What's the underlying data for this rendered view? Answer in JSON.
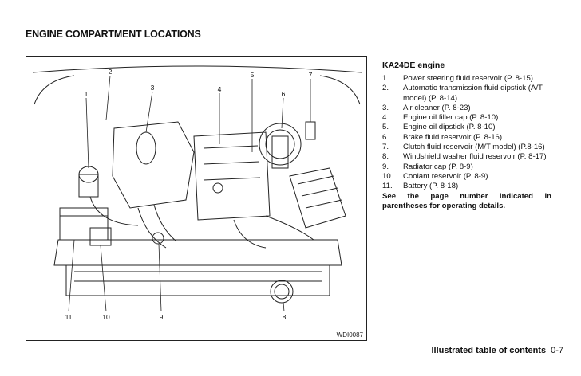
{
  "page": {
    "section_title": "ENGINE COMPARTMENT LOCATIONS",
    "figure_code": "WDI0087",
    "callouts": [
      "1",
      "2",
      "3",
      "4",
      "5",
      "6",
      "7",
      "8",
      "9",
      "10",
      "11"
    ]
  },
  "legend": {
    "heading": "KA24DE engine",
    "items": [
      {
        "num": "1.",
        "text": "Power steering fluid reservoir (P. 8-15)"
      },
      {
        "num": "2.",
        "text": "Automatic transmission fluid dipstick (A/T model) (P. 8-14)"
      },
      {
        "num": "3.",
        "text": "Air cleaner (P. 8-23)"
      },
      {
        "num": "4.",
        "text": "Engine oil filler cap (P. 8-10)"
      },
      {
        "num": "5.",
        "text": "Engine oil dipstick (P. 8-10)"
      },
      {
        "num": "6.",
        "text": "Brake fluid reservoir (P. 8-16)"
      },
      {
        "num": "7.",
        "text": "Clutch fluid reservoir (M/T model) (P.8-16)"
      },
      {
        "num": "8.",
        "text": "Windshield washer fluid reservoir (P. 8-17)"
      },
      {
        "num": "9.",
        "text": "Radiator cap (P. 8-9)"
      },
      {
        "num": "10.",
        "text": "Coolant reservoir (P. 8-9)"
      },
      {
        "num": "11.",
        "text": "Battery (P. 8-18)"
      }
    ],
    "note": "See the page number indicated in parentheses for operating details."
  },
  "footer": {
    "section": "Illustrated table of contents",
    "page": "0-7"
  }
}
